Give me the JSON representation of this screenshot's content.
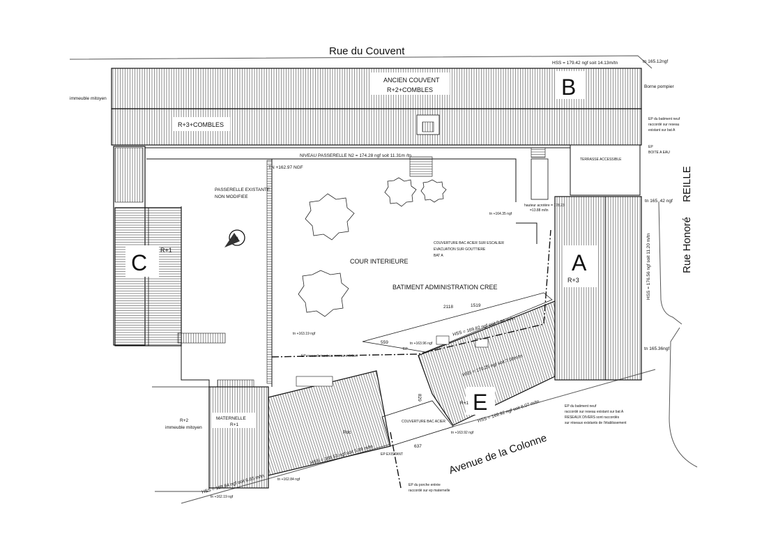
{
  "streets": {
    "north": "Rue du Couvent",
    "east_a": "Rue Honoré",
    "east_b": "REILLE",
    "south": "Avenue de la Colonne"
  },
  "buildings": {
    "A": {
      "letter": "A",
      "levels": "R+3"
    },
    "B": {
      "letter": "B",
      "name": "ANCIEN COUVENT",
      "levels": "R+2+COMBLES"
    },
    "C": {
      "letter": "C",
      "levels": "R+1"
    },
    "E": {
      "letter": "E",
      "levels": "R+1"
    },
    "north_wing": "R+3+COMBLES",
    "maternelle_name": "MATERNELLE",
    "maternelle_levels": "R+1",
    "rdc": "Rdc",
    "neighbour_levels": "R+2",
    "neighbour_name": "immeuble mitoyen",
    "neighbour_nw": "immeuble mitoyen"
  },
  "labels": {
    "cour": "COUR INTERIEURE",
    "admin": "BATIMENT ADMINISTRATION CREE",
    "passerelle_1": "PASSERELLE EXISTANTE",
    "passerelle_2": "NON MODIFIEE",
    "niveau_passerelle": "NIVEAU PASSERELLE N2 = 174.28 ngf soit 11.31m /tn",
    "terrasse": "TERRASSE ACCESSIBLE",
    "couverture_1": "COUVERTURE BAC ACIER SUR ESCALIER",
    "couverture_2": "EVACUATION SUR GOUTTIERE",
    "couverture_3": "BAT A",
    "couverture_porche": "COUVERTURE BAC ACIER",
    "borne": "Borne pompier",
    "boite_1": "EP",
    "boite_2": "BOITE A EAU",
    "north_symbol": "N"
  },
  "levels": {
    "hss_b": "HSS = 179.42 ngf soit 14.13m/tn",
    "tn_ne": "tn 165.12ngf",
    "tn_162_97": "TN +162.97 NGF",
    "tn_164_35": "tn +164.35 ngf",
    "hauteur_1": "hauteur acrotère = 178.23",
    "hauteur_2": "=13.88 m/tn",
    "tn_165_42": "tn 165..42 ngf",
    "hss_a": "HSS = 176.56 ngf soit 11.20 m/tn",
    "tn_165_36": "tn 165.36ngf",
    "hss_admin": "HSS = 169.82 ngf soit 5.86 m/tn",
    "hss_e_roof": "HSS = 170.25 ngf soit 7.08m/tn",
    "hss_e": "HSS = 169.92 ngf soit 6.07 m/tn",
    "hss_rdc": "HSS = 168.53 ngf soit 5.89 m/tn",
    "hss_mat": "HSS = 168.84 ngf soit 6.65 m/tn",
    "tn_163_19": "tn +163.19 ngf",
    "tn_163_96": "tn +163.96 ngf",
    "tn_163_92": "tn +163.92 ngf",
    "tn_162_84": "tn +162.84 ngf",
    "tn_162_19": "tn +162.19 ngf"
  },
  "dimensions": {
    "d2118": "2118",
    "d1519": "1519",
    "d559": "559",
    "d829": "829",
    "d637": "637"
  },
  "notes": {
    "ep_raccord": "EP raccordement au reseau existant",
    "ep_existant": "EP EXISTANT",
    "ep_porche_1": "EP du porche entrée",
    "ep_porche_2": "raccordé sur ep maternelle",
    "ep_neuf_1": "EP du batiment neuf",
    "ep_neuf_2": "raccordé sur reseau existant sur bat A",
    "ep_neuf_3": "RESEAUX DIVERS sont raccordés",
    "ep_neuf_4": "sur réseaux existants de l'établissement",
    "ep_ne_1": "EP du batiment neuf",
    "ep_ne_2": "raccordé sur reseau",
    "ep_ne_3": "existant sur bat A",
    "ep_small": "EP"
  },
  "colors": {
    "line": "#111111",
    "hatch": "#444444"
  }
}
